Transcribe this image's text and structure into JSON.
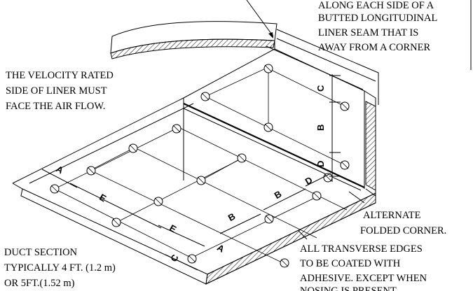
{
  "notes": {
    "top_right": [
      "ALONG EACH SIDE OF A",
      "BUTTED LONGITUDINAL",
      "LINER  SEAM THAT IS",
      "AWAY FROM A CORNER"
    ],
    "velocity": [
      "THE VELOCITY RATED",
      "SIDE OF LINER MUST",
      "FACE THE AIR FLOW."
    ],
    "alternate": [
      "ALTERNATE",
      "FOLDED CORNER."
    ],
    "transverse": [
      "ALL TRANSVERSE EDGES",
      "TO BE COATED WITH",
      "ADHESIVE. EXCEPT WHEN",
      "NOSING IS PRESENT."
    ],
    "duct_section": [
      "DUCT SECTION",
      "TYPICALLY 4 FT. (1.2 m)",
      "OR 5FT.(1.52 m)"
    ]
  },
  "dimensions": {
    "A": "A",
    "B": "B",
    "C": "C",
    "D": "D",
    "E": "E"
  }
}
